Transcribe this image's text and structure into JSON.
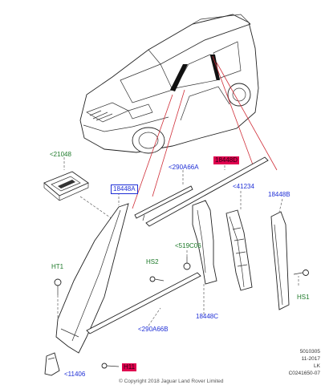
{
  "callouts": {
    "part_21048": "<21048",
    "part_18448A": "18448A",
    "part_290A66A": "<290A66A",
    "part_18448D": "18448D",
    "part_41234": "<41234",
    "part_18448B": "18448B",
    "part_HT1": "HT1",
    "part_HS2": "HS2",
    "part_519C06": "<519C06",
    "part_18448C": "18448C",
    "part_HS1": "HS1",
    "part_290A66B": "<290A66B",
    "part_11406": "<11406",
    "part_H1": "H11"
  },
  "footer": {
    "code_line1": "5010305",
    "code_line2": "11-2017",
    "code_line3": "LK",
    "code_line4": "C0241650-07",
    "copyright": "© Copyright 2018 Jaguar Land Rover Limited"
  },
  "colors": {
    "callout_blue": "#1f2fd6",
    "callout_green": "#1e7a2a",
    "highlight_red": "#e0004f"
  }
}
